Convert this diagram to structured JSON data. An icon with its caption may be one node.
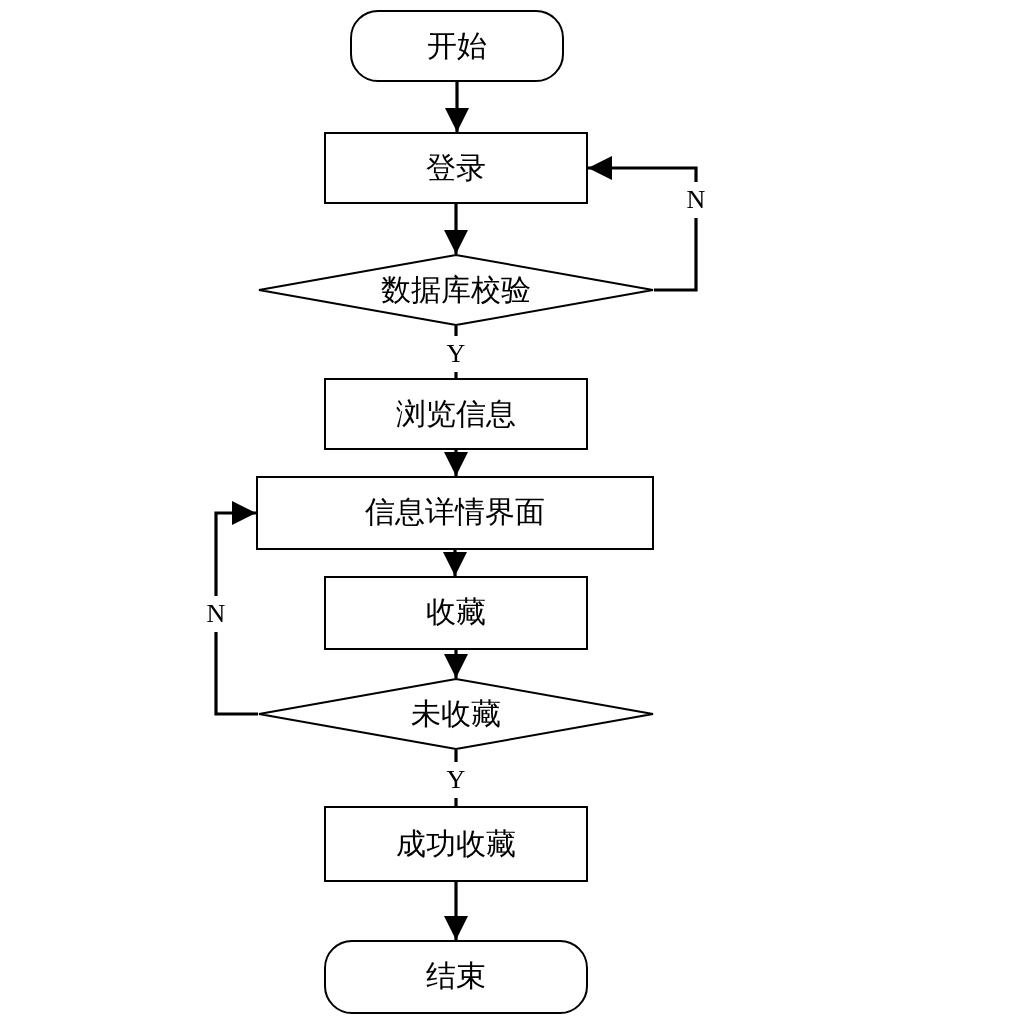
{
  "diagram": {
    "nodes": [
      {
        "text": [
          "开始"
        ]
      },
      {
        "text": [
          "登录"
        ]
      },
      {
        "text": [
          "数据库校验"
        ]
      },
      {
        "text": [
          "浏览信息"
        ]
      },
      {
        "text": [
          "信息详情界面"
        ]
      },
      {
        "text": [
          "收藏"
        ]
      },
      {
        "text": [
          "未收藏"
        ]
      },
      {
        "text": [
          "成功收藏"
        ]
      },
      {
        "text": [
          "结束"
        ]
      }
    ],
    "edges": [
      {
        "from": 0,
        "to": 1,
        "arrow": "to"
      },
      {
        "from": 1,
        "to": 2,
        "arrow": "to"
      },
      {
        "from": 2,
        "to": 1,
        "arrow": "to",
        "label": "N"
      },
      {
        "from": 2,
        "to": 3,
        "arrow": "none",
        "label": "Y"
      },
      {
        "from": 3,
        "to": 4,
        "arrow": "to"
      },
      {
        "from": 4,
        "to": 5,
        "arrow": "to"
      },
      {
        "from": 5,
        "to": 6,
        "arrow": "to"
      },
      {
        "from": 6,
        "to": 4,
        "arrow": "to",
        "label": "N"
      },
      {
        "from": 6,
        "to": 7,
        "arrow": "none",
        "label": "Y"
      },
      {
        "from": 7,
        "to": 8,
        "arrow": "to"
      }
    ]
  }
}
